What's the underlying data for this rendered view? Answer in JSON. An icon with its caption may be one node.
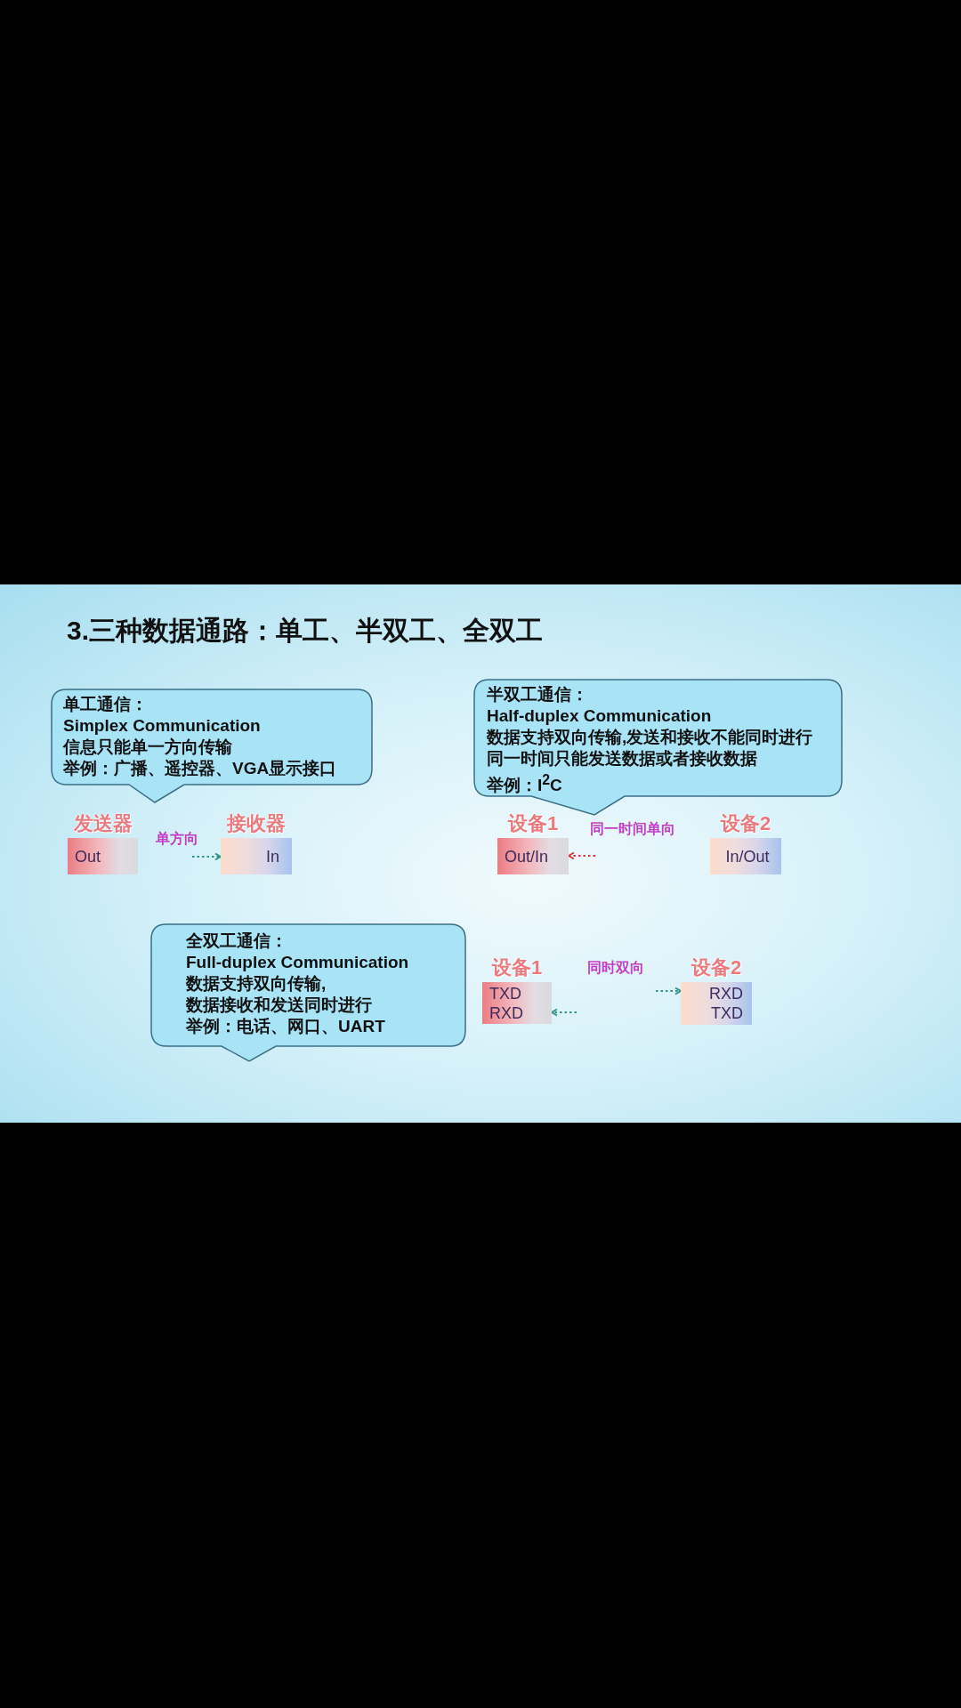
{
  "diagram": {
    "title": "3.三种数据通路：单工、半双工、全双工",
    "nodes": [
      {
        "text": [
          "单工通信：",
          "Simplex Communication",
          "信息只能单一方向传输",
          "举例：广播、遥控器、VGA显示接口"
        ]
      },
      {
        "text": [
          "发送器",
          "Out"
        ]
      },
      {
        "text": [
          "接收器",
          "In"
        ]
      },
      {
        "text": [
          "半双工通信：",
          "Half-duplex Communication",
          "数据支持双向传输,发送和接收不能同时进行",
          "同一时间只能发送数据或者接收数据",
          "举例：I$^{2}$C"
        ]
      },
      {
        "text": [
          "设备1",
          "Out/In"
        ]
      },
      {
        "text": [
          "设备2",
          "In/Out"
        ]
      },
      {
        "text": [
          "全双工通信：",
          "Full-duplex Communication",
          "数据支持双向传输,",
          "数据接收和发送同时进行",
          "举例：电话、网口、UART"
        ]
      },
      {
        "text": [
          "设备1",
          "TXD",
          "RXD"
        ]
      },
      {
        "text": [
          "设备2",
          "RXD",
          "TXD"
        ]
      }
    ],
    "edges": [
      {
        "from": null,
        "to": 2,
        "arrow": "to",
        "label": "单方向",
        "style": "dashed"
      },
      {
        "from": null,
        "to": 4,
        "arrow": "to",
        "label": "同一时间单向",
        "style": "dashed",
        "color": "#d83a3a"
      },
      {
        "from": null,
        "to": 8,
        "arrow": "to",
        "style": "dashed"
      },
      {
        "from": null,
        "to": 7,
        "arrow": "to",
        "style": "dashed"
      }
    ],
    "labels": [
      "同时双向"
    ]
  }
}
